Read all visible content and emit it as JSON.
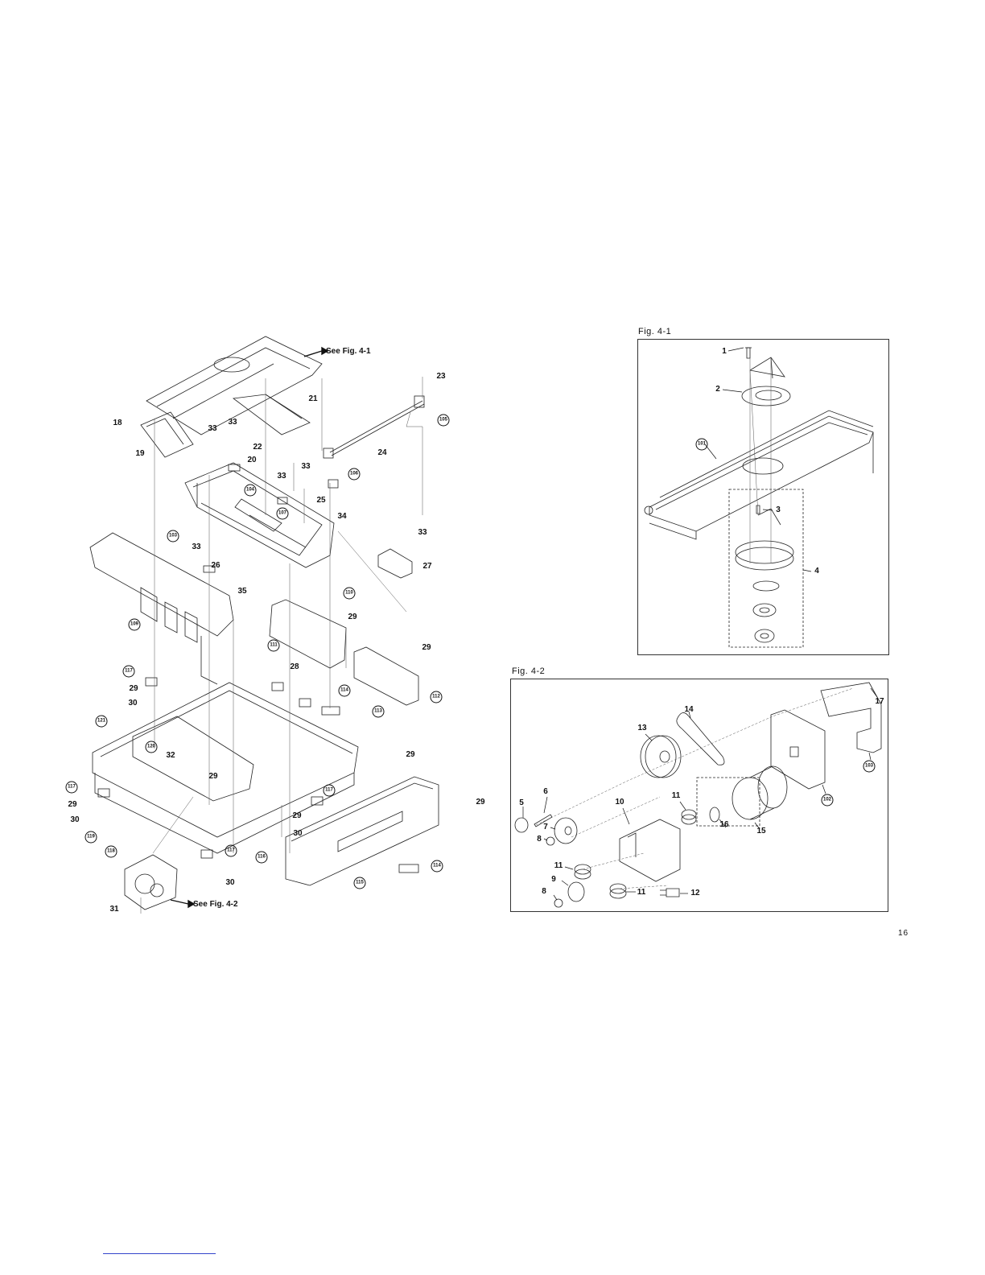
{
  "main_diagram": {
    "references": [
      "See Fig. 4-1",
      "See Fig. 4-2"
    ],
    "callouts": [
      "23",
      "21",
      "105",
      "18",
      "33",
      "33",
      "22",
      "19",
      "20",
      "24",
      "33",
      "33",
      "106",
      "104",
      "25",
      "107",
      "34",
      "33",
      "103",
      "33",
      "26",
      "27",
      "35",
      "109",
      "110",
      "29",
      "111",
      "29",
      "112",
      "117",
      "28",
      "114",
      "29",
      "30",
      "113",
      "121",
      "120",
      "32",
      "29",
      "29",
      "117",
      "117",
      "29",
      "29",
      "30",
      "119",
      "118",
      "117",
      "29",
      "30",
      "116",
      "30",
      "115",
      "114",
      "31"
    ]
  },
  "fig41": {
    "title": "Fig. 4-1",
    "callouts": [
      "1",
      "2",
      "101",
      "3",
      "4"
    ]
  },
  "fig42": {
    "title": "Fig. 4-2",
    "callouts": [
      "17",
      "14",
      "13",
      "103",
      "6",
      "5",
      "10",
      "11",
      "102",
      "16",
      "15",
      "7",
      "8",
      "11",
      "9",
      "8",
      "11",
      "12"
    ]
  },
  "page_number": "16"
}
